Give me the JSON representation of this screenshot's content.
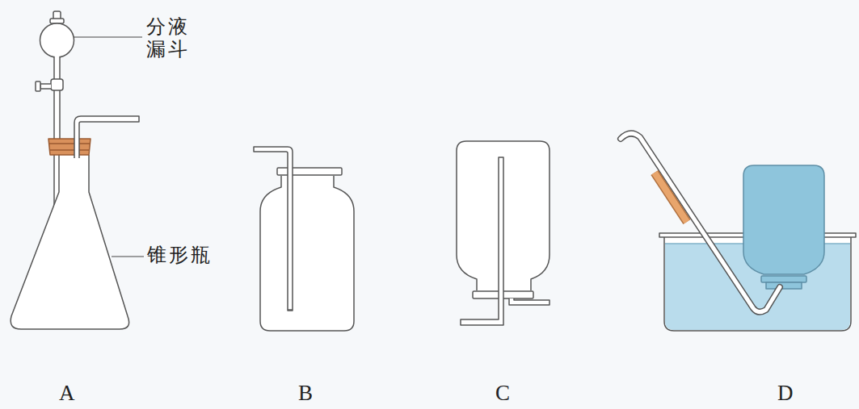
{
  "diagram": {
    "labels": [
      "分液 漏斗",
      "锥形瓶",
      "A",
      "B",
      "C",
      "D"
    ]
  }
}
